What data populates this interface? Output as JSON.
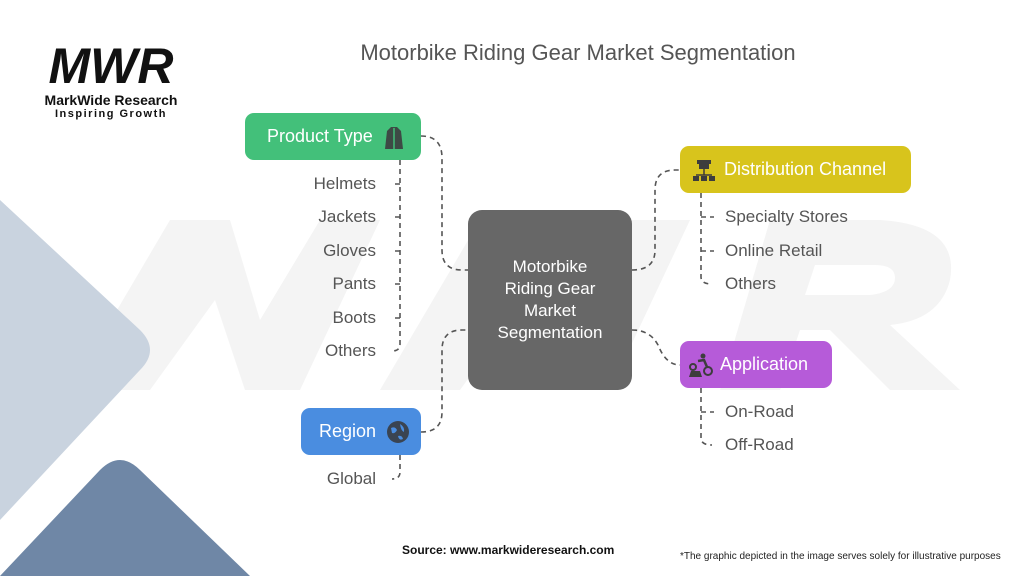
{
  "logo": {
    "mark": "MWR",
    "name": "MarkWide Research",
    "tagline": "Inspiring Growth"
  },
  "title": "Motorbike Riding Gear Market Segmentation",
  "center": {
    "lines": [
      "Motorbike",
      "Riding Gear",
      "Market",
      "Segmentation"
    ]
  },
  "segments": {
    "product_type": {
      "label": "Product Type",
      "icon": "jacket-icon",
      "color": "#43c07a",
      "items": [
        "Helmets",
        "Jackets",
        "Gloves",
        "Pants",
        "Boots",
        "Others"
      ]
    },
    "region": {
      "label": "Region",
      "icon": "globe-icon",
      "color": "#4a8de0",
      "items": [
        "Global"
      ]
    },
    "distribution_channel": {
      "label": "Distribution Channel",
      "icon": "store-network-icon",
      "color": "#d8c41c",
      "items": [
        "Specialty Stores",
        "Online Retail",
        "Others"
      ]
    },
    "application": {
      "label": "Application",
      "icon": "rider-icon",
      "color": "#b65bd9",
      "items": [
        "On-Road",
        "Off-Road"
      ]
    }
  },
  "footer": {
    "source": "Source: www.markwideresearch.com",
    "disclaimer": "*The graphic depicted in the image serves solely for illustrative purposes"
  }
}
